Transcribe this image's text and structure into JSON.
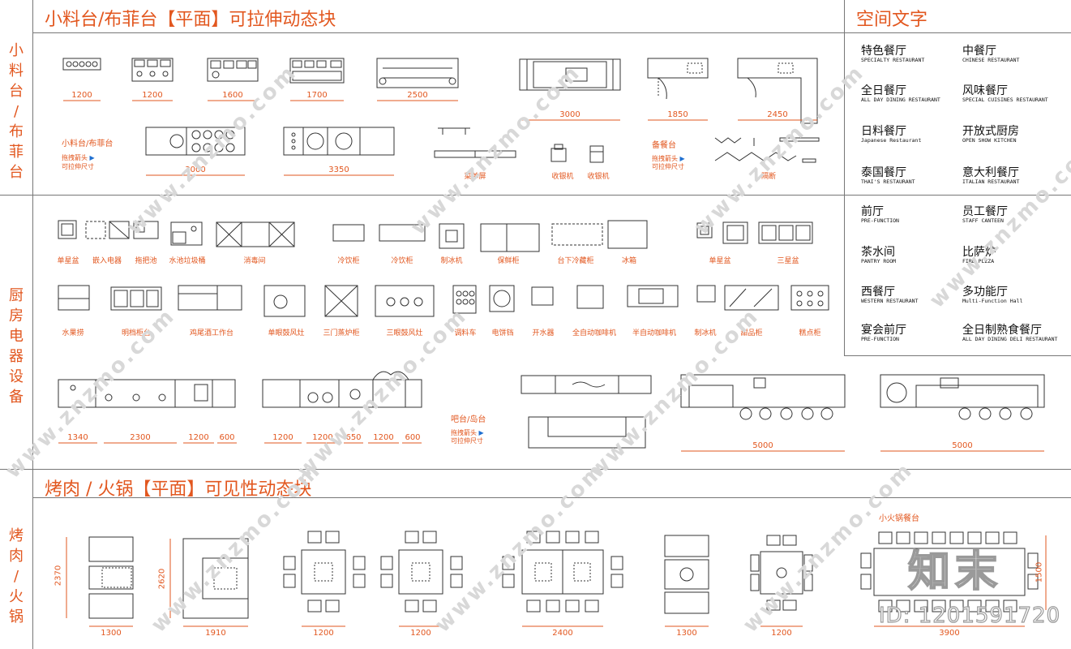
{
  "sections": {
    "counter_title": "小料台/布菲台【平面】可拉伸动态块",
    "space_title": "空间文字",
    "bbq_title": "烤肉 / 火锅【平面】可见性动态块"
  },
  "side_labels": {
    "counter": [
      "小",
      "料",
      "台",
      "/",
      "布",
      "菲",
      "台"
    ],
    "kitchen": [
      "厨",
      "房",
      "电",
      "器",
      "设",
      "备"
    ],
    "bbq": [
      "烤",
      "肉",
      "/",
      "火",
      "锅"
    ]
  },
  "counter_dims": [
    "1200",
    "1200",
    "1600",
    "1700",
    "2500",
    "3000",
    "1850",
    "2450",
    "3000",
    "3350"
  ],
  "counter_labels": {
    "buffet_title": "小料台/布菲台",
    "drag_hint": "拖拽箭头",
    "stretch_hint": "可拉伸尺寸",
    "menu_screen": "菜单屏",
    "cashier1": "收银机",
    "cashier2": "收银机",
    "prep_title": "备餐台",
    "partition": "隔断"
  },
  "appliance_labels_row1": [
    "单星盆",
    "嵌入电器",
    "拖把池",
    "水池垃圾桶",
    "消毒间",
    "冷饮柜",
    "冷饮柜",
    "制冰机",
    "保鲜柜",
    "台下冷藏柜",
    "冰箱",
    "单星盆",
    "三星盆"
  ],
  "appliance_labels_row2": [
    "水果捞",
    "明档柜台",
    "鸡尾酒工作台",
    "单眼鼓风灶",
    "三门蒸炉柜",
    "三眼鼓风灶",
    "调料车",
    "电饼铛",
    "开水器",
    "全自动咖啡机",
    "半自动咖啡机",
    "制冰机",
    "甜品柜",
    "糕点柜"
  ],
  "line_dims_a": [
    "1340",
    "2300",
    "1200",
    "600"
  ],
  "line_dims_b": [
    "1200",
    "1200",
    "650",
    "1200",
    "600"
  ],
  "bar": {
    "title": "吧台/岛台",
    "drag_hint": "拖拽箭头",
    "stretch_hint": "可拉伸尺寸",
    "dim1": "5000",
    "dim2": "5000"
  },
  "space_names": [
    {
      "zh": "特色餐厅",
      "en": "SPECIALTY RESTAURANT"
    },
    {
      "zh": "中餐厅",
      "en": "CHINESE RESTAURANT"
    },
    {
      "zh": "全日餐厅",
      "en": "ALL DAY DINING RESTAURANT"
    },
    {
      "zh": "风味餐厅",
      "en": "SPECIAL CUISINES RESTAURANT"
    },
    {
      "zh": "日料餐厅",
      "en": "Japanese Restaurant"
    },
    {
      "zh": "开放式厨房",
      "en": "OPEN SHOW KITCHEN"
    },
    {
      "zh": "泰国餐厅",
      "en": "THAI'S RESTAURANT"
    },
    {
      "zh": "意大利餐厅",
      "en": "ITALIAN RESTAURANT"
    },
    {
      "zh": "前厅",
      "en": "PRE-FUNCTION"
    },
    {
      "zh": "员工餐厅",
      "en": "STAFF CANTEEN"
    },
    {
      "zh": "茶水间",
      "en": "PANTRY ROOM"
    },
    {
      "zh": "比萨炉",
      "en": "FIRE PLZZA"
    },
    {
      "zh": "西餐厅",
      "en": "WESTERN RESTAURANT"
    },
    {
      "zh": "多功能厅",
      "en": "Multi-Function Hall"
    },
    {
      "zh": "宴会前厅",
      "en": "PRE-FUNCTION"
    },
    {
      "zh": "全日制熟食餐厅",
      "en": "ALL DAY DINING DELI RESTAURANT"
    }
  ],
  "bbq": {
    "vdim1": "2370",
    "vdim2": "2620",
    "vdim3": "1500",
    "hot_pot_title": "小火锅餐台",
    "dims": [
      "1300",
      "1910",
      "1200",
      "1200",
      "2400",
      "1300",
      "1200",
      "3900"
    ]
  },
  "watermark": {
    "text": "www.znzmo.com",
    "logo": "知末",
    "id": "ID: 1201591720"
  },
  "colors": {
    "accent": "#e2571f",
    "line": "#333333",
    "arrow": "#1f6fd0"
  }
}
